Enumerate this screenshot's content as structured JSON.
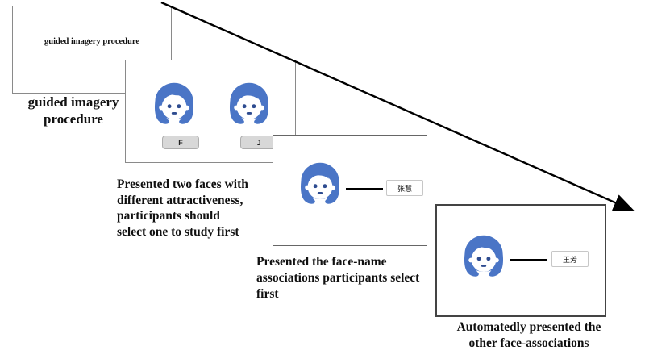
{
  "colors": {
    "face_blue": "#4a75c6",
    "face_feature": "#2e4c90",
    "arrow": "#000000",
    "key_fill": "#d8d8d8",
    "panel_border_light": "#8a8a8a",
    "panel_border_dark": "#444444"
  },
  "panels": {
    "p1": {
      "inner_text": "guided imagery procedure",
      "caption_lines": [
        "guided imagery",
        "procedure"
      ]
    },
    "p2": {
      "key_left": "F",
      "key_right": "J",
      "caption_lines": [
        "Presented two faces with",
        "different attractiveness,",
        "participants should",
        "select one to study first"
      ]
    },
    "p3": {
      "name_label": "张慧",
      "caption_lines": [
        "Presented the face-name",
        "associations participants select",
        "first"
      ]
    },
    "p4": {
      "name_label": "王芳",
      "caption_lines": [
        "Automatedly presented the",
        "other face-associations"
      ]
    }
  },
  "icons": {
    "face_icon_name": "woman-face-icon",
    "arrow_icon_name": "diagonal-arrow"
  }
}
